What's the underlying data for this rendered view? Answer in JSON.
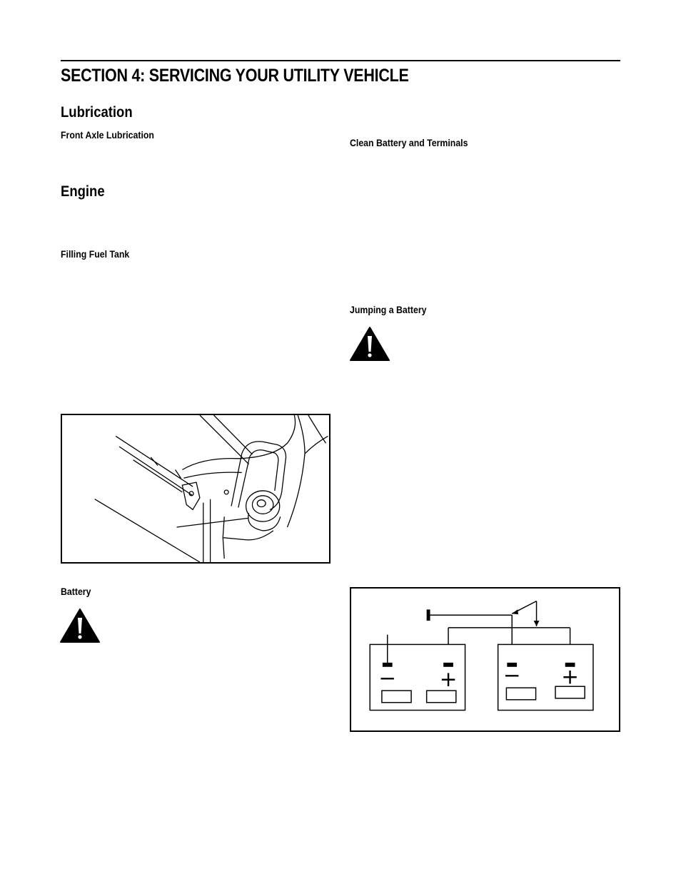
{
  "page": {
    "section_title": "SECTION 4:  SERVICING YOUR UTILITY VEHICLE",
    "headings": {
      "lubrication": "Lubrication",
      "engine": "Engine"
    },
    "subheadings": {
      "front_axle": "Front Axle Lubrication",
      "filling_fuel": "Filling Fuel Tank",
      "battery": "Battery",
      "clean_battery": "Clean Battery and Terminals",
      "jumping_battery": "Jumping a Battery"
    }
  },
  "icons": {
    "warning": "warning-triangle-icon"
  },
  "diagram": {
    "minus_symbol": "−",
    "plus_symbol": "+"
  }
}
